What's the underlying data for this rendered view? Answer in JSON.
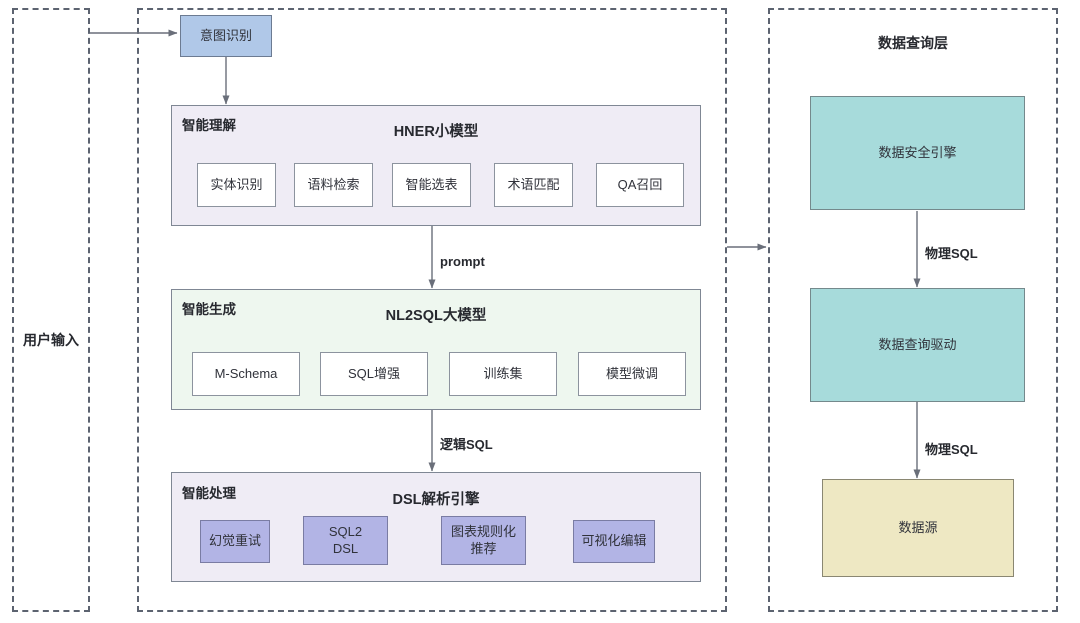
{
  "diagram": {
    "title_user_input": "用户输入",
    "title_data_query_layer": "数据查询层"
  },
  "containers": [
    {
      "name": "user-input",
      "label": "用户输入"
    },
    {
      "name": "nl2sql-core",
      "label": ""
    },
    {
      "name": "data-query-layer",
      "label": "数据查询层"
    }
  ],
  "intent": {
    "label": "意图识别"
  },
  "understanding": {
    "corner_title": "智能理解",
    "center_title": "HNER小模型",
    "items": [
      {
        "label": "实体识别"
      },
      {
        "label": "语料检索"
      },
      {
        "label": "智能选表"
      },
      {
        "label": "术语匹配"
      },
      {
        "label": "QA召回"
      }
    ]
  },
  "generation": {
    "corner_title": "智能生成",
    "center_title": "NL2SQL大模型",
    "items": [
      {
        "label": "M-Schema"
      },
      {
        "label": "SQL增强"
      },
      {
        "label": "训练集"
      },
      {
        "label": "模型微调"
      }
    ]
  },
  "processing": {
    "corner_title": "智能处理",
    "center_title": "DSL解析引擎",
    "items": [
      {
        "label": "幻觉重试"
      },
      {
        "label": "SQL2\nDSL"
      },
      {
        "label": "图表规则化\n推荐"
      },
      {
        "label": "可视化编辑"
      }
    ]
  },
  "query_layer": {
    "title": "数据查询层",
    "nodes": [
      {
        "label": "数据安全引擎",
        "color": "teal"
      },
      {
        "label": "数据查询驱动",
        "color": "teal"
      },
      {
        "label": "数据源",
        "color": "yellow"
      }
    ],
    "edge_labels": [
      {
        "label": "物理SQL"
      },
      {
        "label": "物理SQL"
      }
    ]
  },
  "edge_labels": {
    "prompt": "prompt",
    "logical_sql": "逻辑SQL"
  },
  "colors": {
    "blue": "#b0c8e8",
    "teal": "#a7dbdb",
    "purple": "#b2b4e5",
    "yellow": "#eee8c3",
    "lavender_panel": "#efecf5",
    "green_panel": "#eef7ef",
    "stroke": "#7f8794",
    "dashed_stroke": "#5c6370"
  }
}
